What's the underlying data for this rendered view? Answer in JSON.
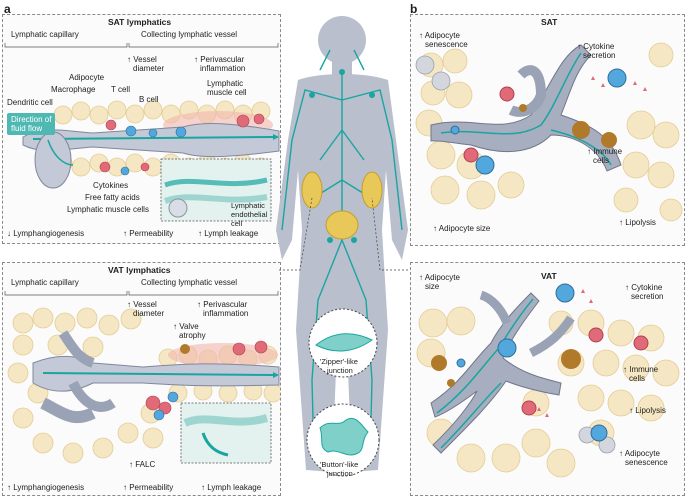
{
  "panel_a_letter": "a",
  "panel_b_letter": "b",
  "sat_lymphatics": {
    "title": "SAT lymphatics",
    "capillary_header": "Lymphatic capillary",
    "collecting_header": "Collecting lymphatic vessel",
    "adipocyte": "Adipocyte",
    "macrophage": "Macrophage",
    "t_cell": "T cell",
    "b_cell": "B cell",
    "dendritic_cell": "Dendritic cell",
    "vessel_diameter_1": "↑ Vessel",
    "vessel_diameter_2": "diameter",
    "perivascular_1": "↑ Perivascular",
    "perivascular_2": "inflammation",
    "lymph_muscle_1": "Lymphatic",
    "lymph_muscle_2": "muscle cell",
    "direction_1": "Direction of",
    "direction_2": "fluid flow",
    "cytokines": "Cytokines",
    "free_fatty_acids": "Free fatty acids",
    "lymph_muscle_cells": "Lymphatic muscle cells",
    "lymphatic_endothelial_1": "Lymphatic",
    "lymphatic_endothelial_2": "endothelial",
    "lymphatic_endothelial_3": "cell",
    "lymphangiogenesis": "↓ Lymphangiogenesis",
    "permeability": "↑ Permeability",
    "lymph_leakage": "↑ Lymph leakage"
  },
  "vat_lymphatics": {
    "title": "VAT lymphatics",
    "capillary_header": "Lymphatic capillary",
    "collecting_header": "Collecting lymphatic vessel",
    "vessel_diameter_1": "↑ Vessel",
    "vessel_diameter_2": "diameter",
    "valve_1": "↑ Valve",
    "valve_2": "atrophy",
    "perivascular_1": "↑ Perivascular",
    "perivascular_2": "inflammation",
    "lymphangiogenesis": "↑ Lymphangiogenesis",
    "falc": "↑ FALC",
    "permeability": "↑ Permeability",
    "lymph_leakage": "↑ Lymph leakage"
  },
  "junctions": {
    "zipper_1": "'Zipper'-like",
    "zipper_2": "junction",
    "button_1": "'Button'-like",
    "button_2": "junction"
  },
  "sat": {
    "title": "SAT",
    "senescence_1": "↑ Adipocyte",
    "senescence_2": "senescence",
    "cytokine_1": "↑ Cytokine",
    "cytokine_2": "secretion",
    "immune_1": "↑ Immune",
    "immune_2": "cells",
    "adipocyte_size": "↑ Adipocyte size",
    "lipolysis": "↑ Lipolysis"
  },
  "vat": {
    "title": "VAT",
    "adipocyte_size_1": "↑ Adipocyte",
    "adipocyte_size_2": "size",
    "cytokine_1": "↑ Cytokine",
    "cytokine_2": "secretion",
    "immune_1": "↑ Immune",
    "immune_2": "cells",
    "lipolysis": "↑ Lipolysis",
    "senescence_1": "↑ Adipocyte",
    "senescence_2": "senescence"
  },
  "colors": {
    "lymph_teal": "#1aa5a0",
    "vessel_grey": "#9aa3b5",
    "adipocyte_cream": "#f6e7c4",
    "body_grey": "#b9bfcc",
    "immune_pink": "#e06a78",
    "blue_cell": "#52a7dc",
    "brown_cell": "#b07a2a"
  }
}
